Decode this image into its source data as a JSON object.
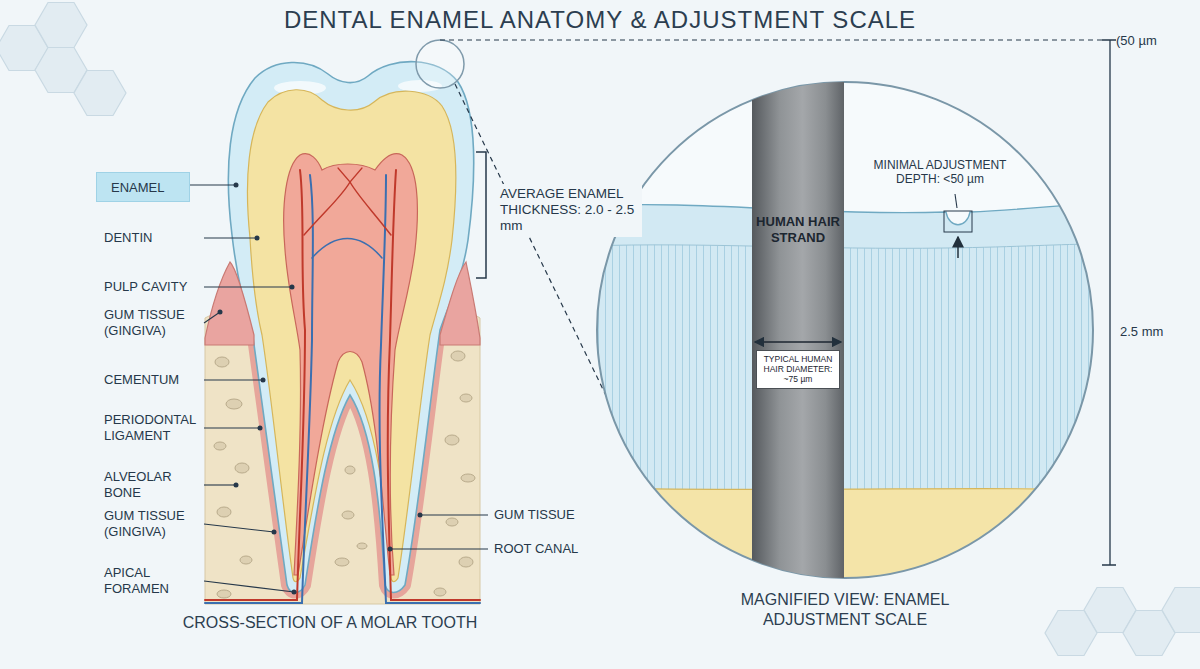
{
  "diagram": {
    "title": "DENTAL ENAMEL ANATOMY & ADJUSTMENT SCALE",
    "caption": "CROSS-SECTION OF A MOLAR TOOTH",
    "nodes": [
      {
        "text": [
          "ENAMEL"
        ]
      },
      {
        "text": [
          "MAGNIFIED VIEW: ENAMEL ADJUSTMENT SCALE"
        ]
      },
      {
        "text": [
          "HUMAN HAIR STRAND",
          "TYPICAL HUMAN HAIR DIAMETER: ~75 µm"
        ],
        "in": 1
      }
    ],
    "labels": [
      "DENTIN",
      "PULP CAVITY",
      "GUM TISSUE (GINGIVA)",
      "CEMENTUM",
      "PERIODONTAL LIGAMENT",
      "ALVEOLAR BONE",
      "GUM TISSUE (GINGIVA)",
      "APICAL FORAMEN",
      "AVERAGE ENAMEL THICKNESS: 2.0 - 2.5 mm",
      "GUM TISSUE",
      "ROOT CANAL",
      "MINIMAL ADJUSTMENT DEPTH: <50 µm",
      "(50 µm",
      "2.5 mm"
    ]
  }
}
